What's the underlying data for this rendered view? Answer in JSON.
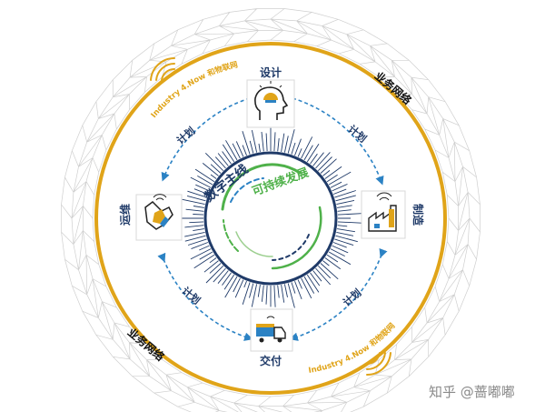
{
  "stages": {
    "design": "设计",
    "manufacturing": "制造",
    "delivery": "交付",
    "operations": "运维"
  },
  "plan_label": "计划",
  "business_network": "业务网络",
  "industry_iot": "Industry 4.Now 和物联网",
  "digital_thread": "数字主线",
  "sustainability": "可持续发展",
  "watermark": "知乎 @蔷嘟嘟",
  "colors": {
    "gold": "#e0a419",
    "navy": "#1f3a68",
    "blue": "#2b82c4",
    "green": "#4fb14a",
    "mesh": "#cfcfcf"
  }
}
